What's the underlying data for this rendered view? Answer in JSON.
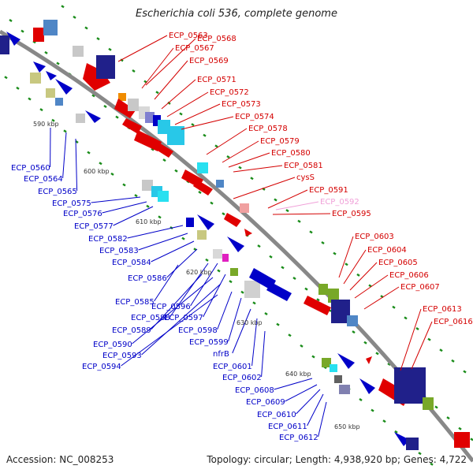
{
  "title": "Escherichia coli 536, complete genome",
  "accession": "Accession: NC_008253",
  "stats": "Topology: circular; Length: 4,938,920 bp; Genes: 4,722",
  "colors": {
    "forward_label": "#d40000",
    "reverse_label": "#0000c8",
    "pseudo_label": "#f0a0d8",
    "backbone": "#888888",
    "tick": "#1a8c1a"
  },
  "kbp_ticks": [
    "590 kbp",
    "600 kbp",
    "610 kbp",
    "620 kbp",
    "630 kbp",
    "640 kbp",
    "650 kbp"
  ],
  "forward_genes": [
    "ECP_0563",
    "ECP_0568",
    "ECP_0567",
    "ECP_0569",
    "ECP_0571",
    "ECP_0572",
    "ECP_0573",
    "ECP_0574",
    "ECP_0578",
    "ECP_0579",
    "ECP_0580",
    "ECP_0581",
    "cysS",
    "ECP_0591",
    "ECP_0592",
    "ECP_0595",
    "ECP_0603",
    "ECP_0604",
    "ECP_0605",
    "ECP_0606",
    "ECP_0607",
    "ECP_0613",
    "ECP_0616"
  ],
  "reverse_genes": [
    "ECP_0560",
    "ECP_0564",
    "ECP_0565",
    "ECP_0575",
    "ECP_0576",
    "ECP_0577",
    "ECP_0582",
    "ECP_0583",
    "ECP_0584",
    "ECP_0586",
    "ECP_0585",
    "ECP_0588",
    "ECP_0596",
    "ECP_0589",
    "ECP_0597",
    "ECP_0590",
    "ECP_0593",
    "ECP_0598",
    "ECP_0594",
    "ECP_0599",
    "nfrB",
    "ECP_0601",
    "ECP_0602",
    "ECP_0608",
    "ECP_0609",
    "ECP_0610",
    "ECP_0611",
    "ECP_0612"
  ]
}
